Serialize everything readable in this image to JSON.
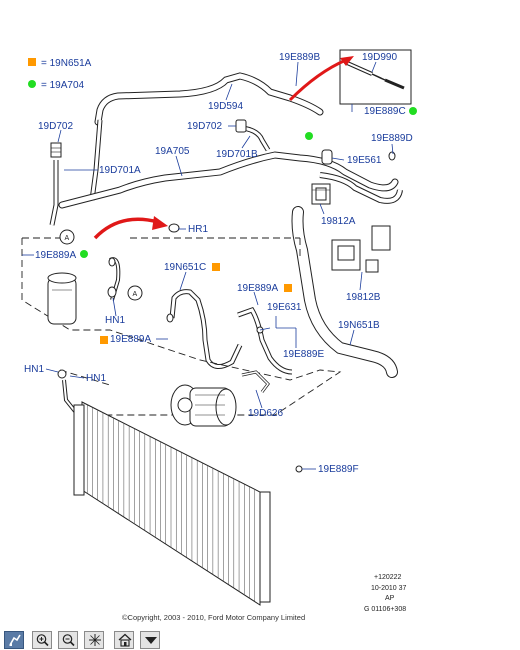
{
  "legend": [
    {
      "text": "= 19N651A",
      "color": "#ff9900"
    },
    {
      "text": "= 19A704",
      "color": "#22dd22"
    }
  ],
  "labels": {
    "l19e889b": "19E889B",
    "l19d990": "19D990",
    "l19d594": "19D594",
    "l19e889c": "19E889C",
    "l19d702a": "19D702",
    "l19d702b": "19D702",
    "l19e889d": "19E889D",
    "l19a705": "19A705",
    "l19d701b": "19D701B",
    "l19e561": "19E561",
    "l19d701a": "19D701A",
    "l19812a": "19812A",
    "lhr1": "HR1",
    "l19e889a1": "19E889A",
    "l19n651c": "19N651C",
    "l19e889a2": "19E889A",
    "l19812b": "19812B",
    "lhn1a": "HN1",
    "l19e631": "19E631",
    "l19n651b": "19N651B",
    "l19e889a3": "19E889A",
    "l19e889e": "19E889E",
    "lhn1b": "HN1",
    "lhn1c": "HN1",
    "l19d626": "19D626",
    "l19e889f": "19E889F"
  },
  "callouts": {
    "a1": "A",
    "a2": "A"
  },
  "stamp": {
    "line1": "+120222",
    "line2": "10-2010 37",
    "line3": "AP",
    "line4": "G 01106+308"
  },
  "copyright": "©Copyright, 2003 - 2010, Ford Motor Company Limited",
  "colors": {
    "label": "#1a3c9c",
    "arrow": "#e01818",
    "orange": "#ff9900",
    "green": "#22dd22"
  },
  "toolbar": [
    "select-icon",
    "zoom-in-icon",
    "zoom-out-icon",
    "pan-icon",
    "home-icon",
    "menu-down-icon"
  ]
}
